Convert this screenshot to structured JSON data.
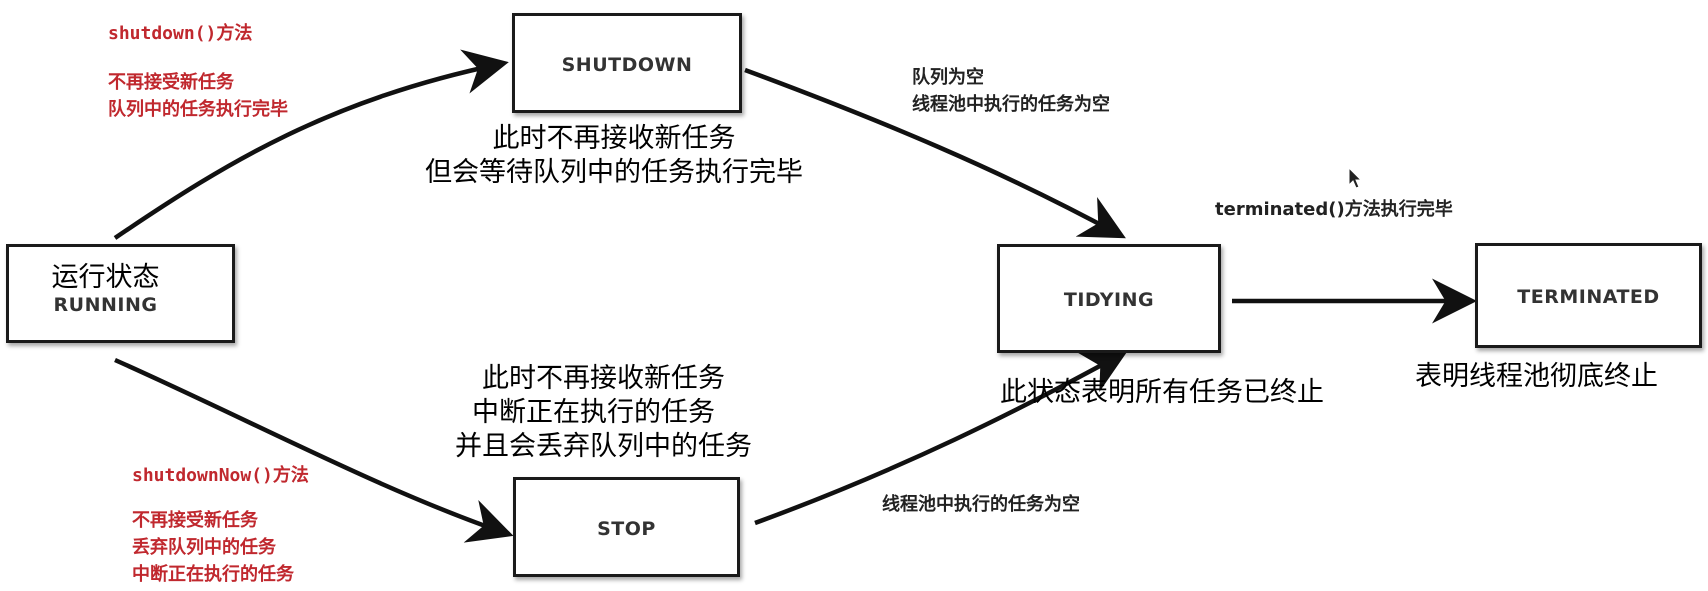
{
  "states": {
    "running": {
      "label": "RUNNING",
      "cn": "运行状态"
    },
    "shutdown": {
      "label": "SHUTDOWN"
    },
    "stop": {
      "label": "STOP"
    },
    "tidying": {
      "label": "TIDYING"
    },
    "terminated": {
      "label": "TERMINATED"
    }
  },
  "notes": {
    "shutdown_method": {
      "title": "shutdown()方法",
      "line1": "不再接受新任务",
      "line2": "队列中的任务执行完毕"
    },
    "shutdownnow_method": {
      "title": "shutdownNow()方法",
      "line1": "不再接受新任务",
      "line2": "丢弃队列中的任务",
      "line3": "中断正在执行的任务"
    },
    "shutdown_to_tidying": {
      "line1": "队列为空",
      "line2": "线程池中执行的任务为空"
    },
    "stop_to_tidying": {
      "line1": "线程池中执行的任务为空"
    },
    "tidying_to_terminated": {
      "line1": "terminated()方法执行完毕"
    }
  },
  "captions": {
    "shutdown": {
      "line1": "此时不再接收新任务",
      "line2": "但会等待队列中的任务执行完毕"
    },
    "stop": {
      "line1": "此时不再接收新任务",
      "line2": "中断正在执行的任务",
      "line3": "并且会丢弃队列中的任务"
    },
    "tidying": {
      "line1": "此状态表明所有任务已终止"
    },
    "terminated": {
      "line1": "表明线程池彻底终止"
    }
  },
  "colors": {
    "red_note": "#c0282e",
    "line": "#111111"
  }
}
